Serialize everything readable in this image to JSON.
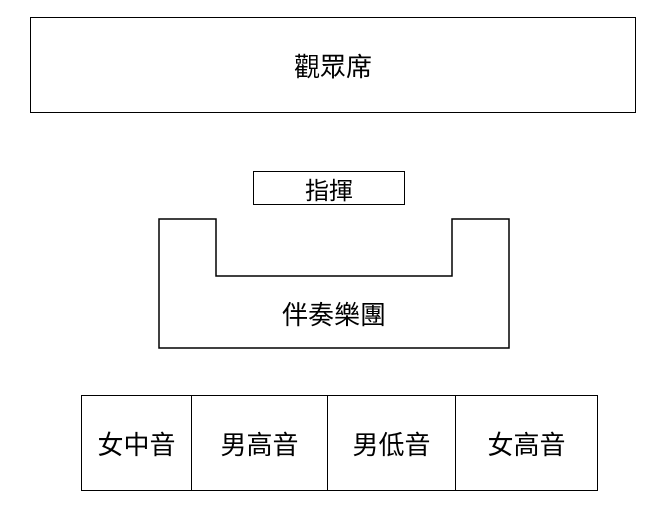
{
  "audience": {
    "label": "觀眾席"
  },
  "conductor": {
    "label": "指揮"
  },
  "orchestra": {
    "label": "伴奏樂團"
  },
  "choir": {
    "sections": [
      {
        "label": "女中音"
      },
      {
        "label": "男高音"
      },
      {
        "label": "男低音"
      },
      {
        "label": "女高音"
      }
    ]
  },
  "colors": {
    "stroke": "#000000",
    "background": "#ffffff"
  }
}
